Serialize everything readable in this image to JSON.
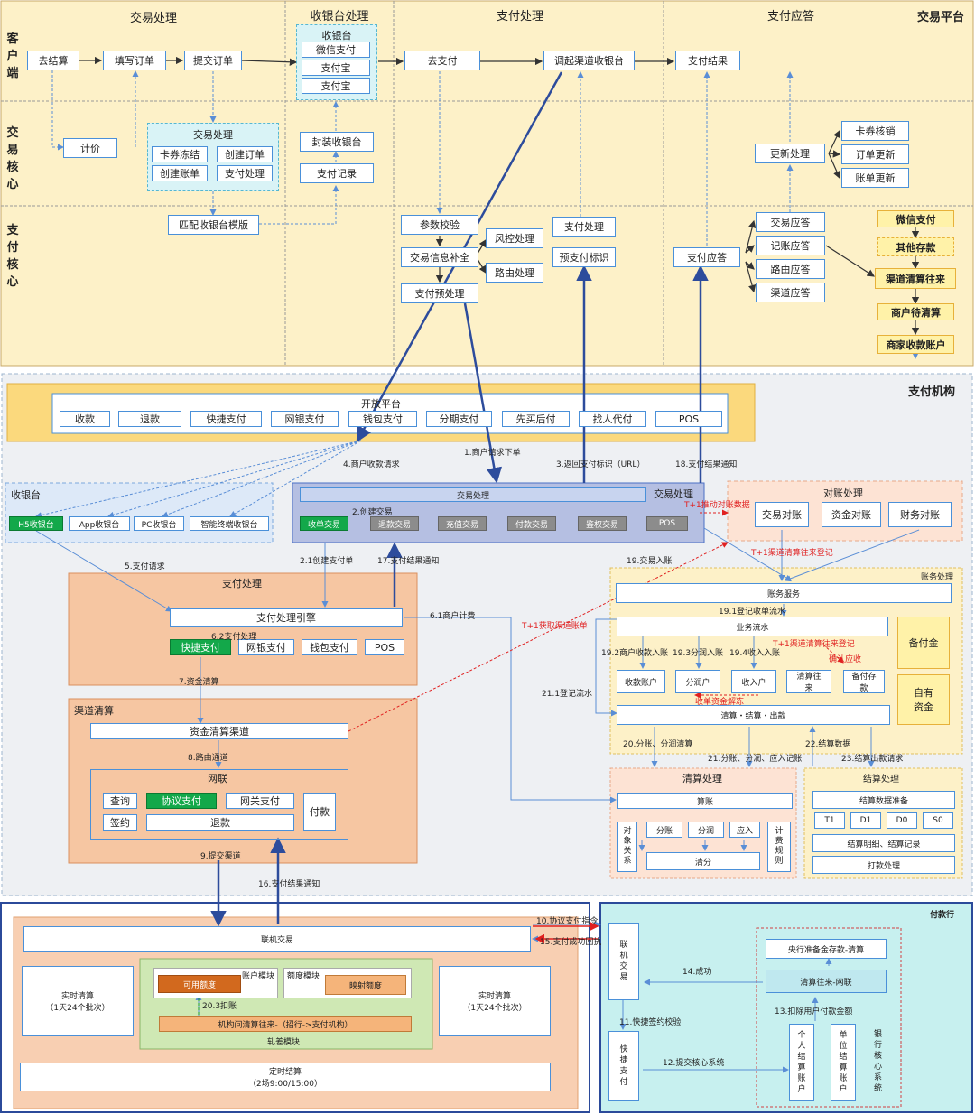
{
  "lanes": {
    "top_platform": "交易平台",
    "col_headers": [
      "交易处理",
      "收银台处理",
      "支付处理",
      "支付应答"
    ],
    "rows": [
      "客户端",
      "交易核心",
      "支付核心"
    ]
  },
  "client": {
    "checkout": "去结算",
    "fill_order": "填写订单",
    "submit_order": "提交订单",
    "go_pay": "去支付",
    "invoke_cashier": "调起渠道收银台",
    "pay_result": "支付结果"
  },
  "cashier": {
    "title": "收银台",
    "items": [
      "微信支付",
      "支付宝",
      "支付宝"
    ],
    "wrap": "封装收银台",
    "record": "支付记录"
  },
  "core": {
    "pricing": "计价",
    "group_title": "交易处理",
    "items": [
      "卡券冻结",
      "创建订单",
      "创建账单",
      "支付处理"
    ],
    "match": "匹配收银台模版",
    "update": "更新处理",
    "update_items": [
      "卡券核销",
      "订单更新",
      "账单更新"
    ]
  },
  "paycore": {
    "param_check": "参数校验",
    "complete": "交易信息补全",
    "risk": "风控处理",
    "route": "路由处理",
    "pre_pay": "支付预处理",
    "pay_proc": "支付处理",
    "pre_pay_flag": "预支付标识",
    "pay_answer": "支付应答",
    "answers": [
      "交易应答",
      "记账应答",
      "路由应答",
      "渠道应答"
    ],
    "right": [
      "微信支付",
      "其他存款",
      "渠道清算往来",
      "商户待清算",
      "商家收款账户"
    ]
  },
  "org": {
    "title": "支付机构",
    "open_platform": "开放平台",
    "products": [
      "收款",
      "退款",
      "快捷支付",
      "网银支付",
      "钱包支付",
      "分期支付",
      "先买后付",
      "找人代付",
      "POS"
    ],
    "cashier_title": "收银台",
    "cashiers": [
      "H5收银台",
      "App收银台",
      "PC收银台",
      "智能终端收银台"
    ],
    "txn_title": "交易处理",
    "txn_inner": "交易处理",
    "txn_types": [
      "收单交易",
      "退款交易",
      "充值交易",
      "付款交易",
      "鉴权交易",
      "POS"
    ],
    "recon_title": "对账处理",
    "recon_items": [
      "交易对账",
      "资金对账",
      "财务对账"
    ],
    "pay_title": "支付处理",
    "pay_engine": "支付处理引擎",
    "pay_types": [
      "快捷支付",
      "网银支付",
      "钱包支付",
      "POS"
    ],
    "chan_title": "渠道清算",
    "fund_channel": "资金清算渠道",
    "unionpay": "网联",
    "up_items": [
      "查询",
      "协议支付",
      "网关支付",
      "签约",
      "退款",
      "付款"
    ],
    "acct_title": "账务处理",
    "acct_service": "账务服务",
    "biz_flow": "业务流水",
    "accounts": [
      "收款账户",
      "分润户",
      "收入户",
      "清算往来",
      "备付存款"
    ],
    "settle_line": "清算・结算・出款",
    "reserve": "备付金",
    "own_fund": "自有资金",
    "clear_title": "清算处理",
    "calc": "算账",
    "clear_obj": "对象关系",
    "clear_items": [
      "分账",
      "分润",
      "应入"
    ],
    "clear_sum": "清分",
    "fee_rule": "计费规则",
    "settle_title": "结算处理",
    "settle_prep": "结算数据准备",
    "settle_types": [
      "T1",
      "D1",
      "D0",
      "S0"
    ],
    "settle_detail": "结算明细、结算记录",
    "payout": "打款处理"
  },
  "labels": {
    "l1": "1.商户请求下单",
    "l2": "2.创建交易",
    "l21": "2.1创建支付单",
    "l3": "3.返回支付标识（URL）",
    "l4": "4.商户收款请求",
    "l5": "5.支付请求",
    "l61": "6.1商户计费",
    "l62": "6.2支付处理",
    "l7": "7.资金清算",
    "l8": "8.路由通道",
    "l9": "9.提交渠道",
    "l10": "10.协议支付指令",
    "l11": "11.快捷签约校验",
    "l12": "12.提交核心系统",
    "l13": "13.扣除用户付款金额",
    "l14": "14.成功",
    "l15": "15.支付成功回执",
    "l16": "16.支付结果通知",
    "l17": "17.支付结果通知",
    "l18": "18.支付结果通知",
    "l19": "19.交易入账",
    "l191": "19.1登记收单流水",
    "l192": "19.2商户收款入账",
    "l193": "19.3分润入账",
    "l194": "19.4收入入账",
    "l20": "20.分账、分润清算",
    "l21b": "21.分账、分润、应入记账",
    "l211": "21.1登记流水",
    "l22": "22.结算数据",
    "l23": "23.结算出款请求",
    "r1": "T+1推动对账数据",
    "r2": "T+1渠道清算往来登记",
    "r3": "T+1获取渠道账单",
    "r4": "T+1渠道清算往来登记",
    "r5": "确认应收",
    "r6": "收单资金解冻"
  },
  "lian": {
    "online": "联机交易",
    "rt1": "实时清算\n（1天24个批次）",
    "rt2": "实时清算\n（1天24个批次）",
    "acct_module": "账户模块",
    "quota_module": "额度模块",
    "avail": "可用额度",
    "mapped": "映射额度",
    "deduct": "20.3扣账",
    "inter": "机构间清算往来-（招行->支付机构）",
    "diff": "轧差模块",
    "timed": "定时结算\n（2场9:00/15:00）"
  },
  "bank": {
    "title": "付款行",
    "online": "联机交易",
    "quick": "快捷支付",
    "central": "央行准备金存款-清算",
    "clear": "清算往来-网联",
    "personal": "个人结算账户",
    "unit": "单位结算账户",
    "core": "银行核心系统"
  }
}
